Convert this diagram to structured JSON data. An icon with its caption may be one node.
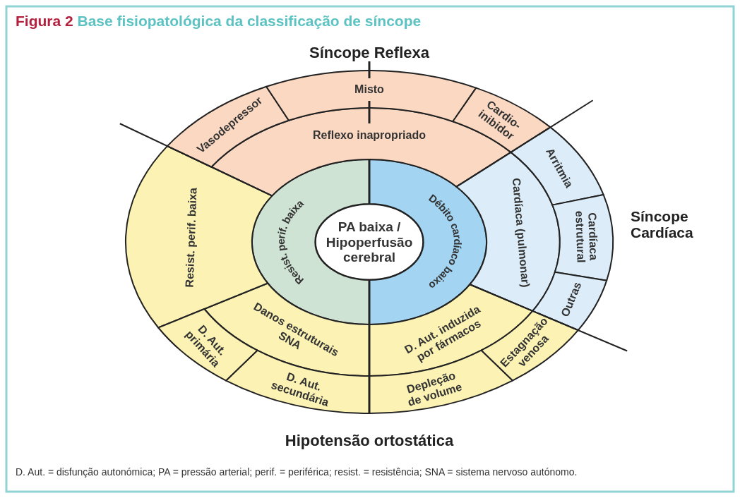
{
  "diagram": {
    "title": "Figura 2 Base fisiopatológica da classificação de síncope",
    "caption": "D. Aut. = disfunção autonómica; PA = pressão arterial; perif. = periférica; resist. = resistência; SNA = sistema nervoso autónomo.",
    "nodes": [
      {
        "text": [
          "PA baixa / Hipoperfusão cerebral"
        ]
      },
      {
        "text": [
          "Resist. perif. baixa"
        ]
      },
      {
        "text": [
          "Débito cardíaco baixo"
        ]
      },
      {
        "text": [
          "Reflexo inapropriado"
        ]
      },
      {
        "text": [
          "Cardíaca (pulmonar)"
        ]
      },
      {
        "text": [
          "D. Aut. induzida por fármacos"
        ]
      },
      {
        "text": [
          "Danos estruturais SNA"
        ]
      },
      {
        "text": [
          "Resist. perif. baixa"
        ]
      },
      {
        "text": [
          "Vasodepressor"
        ]
      },
      {
        "text": [
          "Misto"
        ]
      },
      {
        "text": [
          "Cardio-inibidor"
        ]
      },
      {
        "text": [
          "Arritmia"
        ]
      },
      {
        "text": [
          "Cardíaca estrutural"
        ]
      },
      {
        "text": [
          "Outras"
        ]
      },
      {
        "text": [
          "Estagnação venosa"
        ]
      },
      {
        "text": [
          "Depleção de volume"
        ]
      },
      {
        "text": [
          "D. Aut. secundária"
        ]
      },
      {
        "text": [
          "D. Aut. primária"
        ]
      }
    ],
    "labels": [
      "Síncope Reflexa",
      "Síncope Cardíaca",
      "Hipotensão ortostática"
    ]
  }
}
